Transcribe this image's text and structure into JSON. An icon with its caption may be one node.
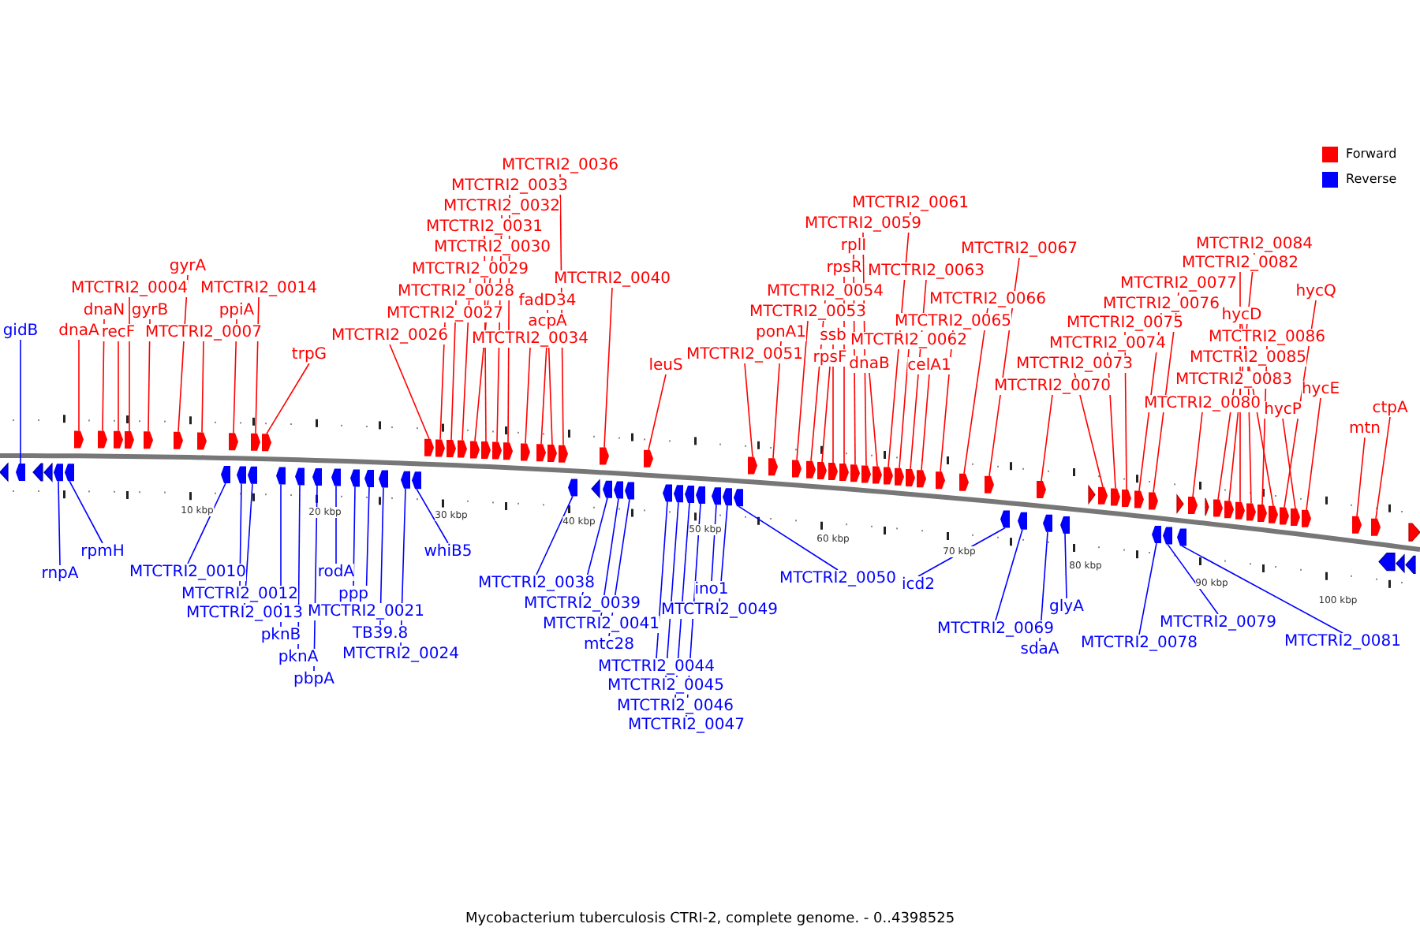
{
  "diagram": {
    "caption": "Mycobacterium tuberculosis CTRI-2, complete genome. - 0..4398525",
    "nodes": [
      {
        "text": [
          "gidB"
        ]
      },
      {
        "text": [
          "dnaA"
        ]
      },
      {
        "text": [
          "dnaN"
        ]
      },
      {
        "text": [
          "recF"
        ]
      },
      {
        "text": [
          "MTCTRI2_0004"
        ]
      },
      {
        "text": [
          "gyrB"
        ]
      },
      {
        "text": [
          "gyrA"
        ]
      },
      {
        "text": [
          "MTCTRI2_0007"
        ]
      },
      {
        "text": [
          "ppiA"
        ]
      },
      {
        "text": [
          "MTCTRI2_0014"
        ]
      },
      {
        "text": [
          "trpG"
        ]
      },
      {
        "text": [
          "MTCTRI2_0026"
        ]
      },
      {
        "text": [
          "MTCTRI2_0027"
        ]
      },
      {
        "text": [
          "MTCTRI2_0028"
        ]
      },
      {
        "text": [
          "MTCTRI2_0029"
        ]
      },
      {
        "text": [
          "MTCTRI2_0030"
        ]
      },
      {
        "text": [
          "MTCTRI2_0031"
        ]
      },
      {
        "text": [
          "MTCTRI2_0032"
        ]
      },
      {
        "text": [
          "MTCTRI2_0033"
        ]
      },
      {
        "text": [
          "MTCTRI2_0034"
        ]
      },
      {
        "text": [
          "acpA"
        ]
      },
      {
        "text": [
          "fadD34"
        ]
      },
      {
        "text": [
          "MTCTRI2_0036"
        ]
      },
      {
        "text": [
          "MTCTRI2_0040"
        ]
      },
      {
        "text": [
          "leuS"
        ]
      },
      {
        "text": [
          "MTCTRI2_0051"
        ]
      },
      {
        "text": [
          "ponA1"
        ]
      },
      {
        "text": [
          "MTCTRI2_0053"
        ]
      },
      {
        "text": [
          "MTCTRI2_0054"
        ]
      },
      {
        "text": [
          "rpsF"
        ]
      },
      {
        "text": [
          "ssb"
        ]
      },
      {
        "text": [
          "rpsR"
        ]
      },
      {
        "text": [
          "rplI"
        ]
      },
      {
        "text": [
          "MTCTRI2_0059"
        ]
      },
      {
        "text": [
          "dnaB"
        ]
      },
      {
        "text": [
          "MTCTRI2_0061"
        ]
      },
      {
        "text": [
          "MTCTRI2_0062"
        ]
      },
      {
        "text": [
          "MTCTRI2_0063"
        ]
      },
      {
        "text": [
          "celA1"
        ]
      },
      {
        "text": [
          "MTCTRI2_0065"
        ]
      },
      {
        "text": [
          "MTCTRI2_0066"
        ]
      },
      {
        "text": [
          "MTCTRI2_0067"
        ]
      },
      {
        "text": [
          "MTCTRI2_0070"
        ]
      },
      {
        "text": [
          "MTCTRI2_0073"
        ]
      },
      {
        "text": [
          "MTCTRI2_0074"
        ]
      },
      {
        "text": [
          "MTCTRI2_0075"
        ]
      },
      {
        "text": [
          "MTCTRI2_0076"
        ]
      },
      {
        "text": [
          "MTCTRI2_0077"
        ]
      },
      {
        "text": [
          "MTCTRI2_0080"
        ]
      },
      {
        "text": [
          "MTCTRI2_0083"
        ]
      },
      {
        "text": [
          "MTCTRI2_0084"
        ]
      },
      {
        "text": [
          "MTCTRI2_0082"
        ]
      },
      {
        "text": [
          "MTCTRI2_0085"
        ]
      },
      {
        "text": [
          "MTCTRI2_0086"
        ]
      },
      {
        "text": [
          "hycD"
        ]
      },
      {
        "text": [
          "hycQ"
        ]
      },
      {
        "text": [
          "hycP"
        ]
      },
      {
        "text": [
          "hycE"
        ]
      },
      {
        "text": [
          "mtn"
        ]
      },
      {
        "text": [
          "ctpA"
        ]
      },
      {
        "text": [
          "rnpA"
        ]
      },
      {
        "text": [
          "rpmH"
        ]
      },
      {
        "text": [
          "MTCTRI2_0010"
        ]
      },
      {
        "text": [
          "MTCTRI2_0012"
        ]
      },
      {
        "text": [
          "MTCTRI2_0013"
        ]
      },
      {
        "text": [
          "pknB"
        ]
      },
      {
        "text": [
          "pknA"
        ]
      },
      {
        "text": [
          "pbpA"
        ]
      },
      {
        "text": [
          "rodA"
        ]
      },
      {
        "text": [
          "ppp"
        ]
      },
      {
        "text": [
          "MTCTRI2_0021"
        ]
      },
      {
        "text": [
          "TB39.8"
        ]
      },
      {
        "text": [
          "MTCTRI2_0024"
        ]
      },
      {
        "text": [
          "whiB5"
        ]
      },
      {
        "text": [
          "MTCTRI2_0038"
        ]
      },
      {
        "text": [
          "MTCTRI2_0039"
        ]
      },
      {
        "text": [
          "MTCTRI2_0041"
        ]
      },
      {
        "text": [
          "mtc28"
        ]
      },
      {
        "text": [
          "MTCTRI2_0044"
        ]
      },
      {
        "text": [
          "MTCTRI2_0045"
        ]
      },
      {
        "text": [
          "MTCTRI2_0046"
        ]
      },
      {
        "text": [
          "MTCTRI2_0047"
        ]
      },
      {
        "text": [
          "ino1"
        ]
      },
      {
        "text": [
          "MTCTRI2_0049"
        ]
      },
      {
        "text": [
          "MTCTRI2_0050"
        ]
      },
      {
        "text": [
          "icd2"
        ]
      },
      {
        "text": [
          "MTCTRI2_0069"
        ]
      },
      {
        "text": [
          "sdaA"
        ]
      },
      {
        "text": [
          "glyA"
        ]
      },
      {
        "text": [
          "MTCTRI2_0078"
        ]
      },
      {
        "text": [
          "MTCTRI2_0079"
        ]
      },
      {
        "text": [
          "MTCTRI2_0081"
        ]
      },
      {
        "text": [],
        "shape": "arrow"
      },
      {
        "text": [],
        "shape": "arrow"
      },
      {
        "text": [],
        "shape": "arrow"
      },
      {
        "text": [],
        "shape": "arrow"
      },
      {
        "text": [],
        "shape": "arrow"
      },
      {
        "text": [],
        "shape": "arrow"
      },
      {
        "text": [],
        "shape": "arrow"
      },
      {
        "text": [],
        "shape": "arrow"
      },
      {
        "text": [],
        "shape": "arrow"
      },
      {
        "text": [],
        "shape": "arrow"
      },
      {
        "text": [],
        "shape": "arrow"
      },
      {
        "text": [],
        "shape": "arrow"
      },
      {
        "text": [],
        "shape": "arrow"
      },
      {
        "text": [],
        "shape": "arrow"
      },
      {
        "text": [],
        "shape": "arrow"
      },
      {
        "text": [],
        "shape": "arrow"
      },
      {
        "text": [],
        "shape": "arrow"
      },
      {
        "text": [],
        "shape": "arrow"
      },
      {
        "text": [],
        "shape": "arrow"
      },
      {
        "text": [],
        "shape": "arrow"
      },
      {
        "text": [],
        "shape": "arrow"
      },
      {
        "text": [],
        "shape": "arrow"
      },
      {
        "text": [],
        "shape": "arrow"
      },
      {
        "text": [],
        "shape": "arrow"
      },
      {
        "text": [],
        "shape": "arrow"
      },
      {
        "text": [],
        "shape": "arrow"
      },
      {
        "text": [],
        "shape": "arrow"
      },
      {
        "text": [],
        "shape": "arrow"
      },
      {
        "text": [],
        "shape": "arrow"
      },
      {
        "text": [],
        "shape": "arrow"
      },
      {
        "text": [],
        "shape": "arrow"
      },
      {
        "text": [],
        "shape": "arrow"
      },
      {
        "text": [],
        "shape": "arrow"
      },
      {
        "text": [],
        "shape": "arrow"
      },
      {
        "text": [],
        "shape": "arrow"
      },
      {
        "text": [],
        "shape": "arrow"
      },
      {
        "text": [],
        "shape": "arrow"
      },
      {
        "text": [],
        "shape": "arrow"
      },
      {
        "text": [],
        "shape": "arrow"
      },
      {
        "text": [],
        "shape": "arrow"
      },
      {
        "text": [],
        "shape": "arrow"
      },
      {
        "text": [],
        "shape": "arrow"
      },
      {
        "text": [],
        "shape": "arrow"
      },
      {
        "text": [],
        "shape": "arrow"
      },
      {
        "text": [],
        "shape": "arrow"
      },
      {
        "text": [],
        "shape": "arrow"
      },
      {
        "text": [],
        "shape": "arrow"
      },
      {
        "text": [],
        "shape": "arrow"
      },
      {
        "text": [],
        "shape": "arrow"
      },
      {
        "text": [],
        "shape": "arrow"
      },
      {
        "text": [],
        "shape": "arrow"
      },
      {
        "text": [],
        "shape": "arrow"
      },
      {
        "text": [],
        "shape": "arrow"
      },
      {
        "text": [],
        "shape": "arrow"
      },
      {
        "text": [],
        "shape": "arrow"
      },
      {
        "text": [],
        "shape": "arrow"
      },
      {
        "text": [],
        "shape": "arrow"
      },
      {
        "text": [],
        "shape": "arrow"
      },
      {
        "text": [],
        "shape": "arrow"
      },
      {
        "text": [],
        "shape": "arrow"
      },
      {
        "text": [],
        "shape": "arrow"
      },
      {
        "text": [],
        "shape": "arrow"
      },
      {
        "text": [],
        "shape": "arrow"
      },
      {
        "text": [],
        "shape": "arrow"
      },
      {
        "text": [],
        "shape": "arrow"
      },
      {
        "text": [],
        "shape": "arrow"
      },
      {
        "text": [],
        "shape": "arrow"
      },
      {
        "text": [],
        "shape": "arrow"
      },
      {
        "text": [],
        "shape": "arrow"
      },
      {
        "text": [],
        "shape": "arrow"
      },
      {
        "text": [],
        "shape": "arrow"
      },
      {
        "text": [],
        "shape": "arrow"
      },
      {
        "text": [],
        "shape": "arrow"
      },
      {
        "text": [],
        "shape": "arrow"
      },
      {
        "text": [],
        "shape": "arrow"
      },
      {
        "text": [],
        "shape": "arrow"
      },
      {
        "text": [],
        "shape": "arrow"
      },
      {
        "text": [],
        "shape": "arrow"
      },
      {
        "text": [],
        "shape": "arrow"
      },
      {
        "text": [],
        "shape": "arrow"
      },
      {
        "text": [],
        "shape": "arrow"
      },
      {
        "text": [],
        "shape": "arrow"
      },
      {
        "text": [],
        "shape": "arrow"
      },
      {
        "text": [],
        "shape": "arrow"
      },
      {
        "text": [],
        "shape": "arrow"
      },
      {
        "text": [],
        "shape": "arrow"
      },
      {
        "text": [],
        "shape": "arrow"
      },
      {
        "text": [],
        "shape": "arrow"
      },
      {
        "text": [],
        "shape": "arrow"
      },
      {
        "text": [],
        "shape": "arrow"
      },
      {
        "text": [],
        "shape": "arrow"
      },
      {
        "text": [],
        "shape": "arrow"
      }
    ],
    "edges": [
      {
        "from": 0,
        "to": 92,
        "arrow": "none",
        "color": "#0000ff"
      },
      {
        "from": 1,
        "to": 93,
        "arrow": "none"
      },
      {
        "from": 2,
        "to": 94,
        "arrow": "none"
      },
      {
        "from": 3,
        "to": 95,
        "arrow": "none"
      },
      {
        "from": 4,
        "to": 96,
        "arrow": "none"
      },
      {
        "from": 5,
        "to": 97,
        "arrow": "none"
      },
      {
        "from": 6,
        "to": 98,
        "arrow": "none"
      },
      {
        "from": 7,
        "to": 99,
        "arrow": "none"
      },
      {
        "from": 8,
        "to": 100,
        "arrow": "none"
      },
      {
        "from": 9,
        "to": 101,
        "arrow": "none"
      },
      {
        "from": 10,
        "to": 102,
        "arrow": "none"
      },
      {
        "from": 11,
        "to": 103,
        "arrow": "none"
      },
      {
        "from": 12,
        "to": 104,
        "arrow": "none"
      },
      {
        "from": 13,
        "to": 105,
        "arrow": "none"
      },
      {
        "from": 14,
        "to": 106,
        "arrow": "none"
      },
      {
        "from": 15,
        "to": 107,
        "arrow": "none"
      },
      {
        "from": 16,
        "to": 108,
        "arrow": "none"
      },
      {
        "from": 17,
        "to": 109,
        "arrow": "none"
      },
      {
        "from": 18,
        "to": 110,
        "arrow": "none"
      },
      {
        "from": 19,
        "to": 111,
        "arrow": "none"
      },
      {
        "from": 20,
        "to": 112,
        "arrow": "none"
      },
      {
        "from": 21,
        "to": 113,
        "arrow": "none"
      },
      {
        "from": 22,
        "to": 114,
        "arrow": "none"
      },
      {
        "from": 23,
        "to": 115,
        "arrow": "none"
      },
      {
        "from": 24,
        "to": 116,
        "arrow": "none"
      },
      {
        "from": 25,
        "to": 117,
        "arrow": "none"
      },
      {
        "from": 26,
        "to": 118,
        "arrow": "none"
      },
      {
        "from": 27,
        "to": 119,
        "arrow": "none"
      },
      {
        "from": 28,
        "to": 120,
        "arrow": "none"
      },
      {
        "from": 29,
        "to": 121,
        "arrow": "none"
      },
      {
        "from": 30,
        "to": 122,
        "arrow": "none"
      },
      {
        "from": 31,
        "to": 123,
        "arrow": "none"
      },
      {
        "from": 32,
        "to": 124,
        "arrow": "none"
      },
      {
        "from": 33,
        "to": 125,
        "arrow": "none"
      },
      {
        "from": 34,
        "to": 126,
        "arrow": "none"
      },
      {
        "from": 35,
        "to": 127,
        "arrow": "none"
      },
      {
        "from": 36,
        "to": 128,
        "arrow": "none"
      },
      {
        "from": 37,
        "to": 129,
        "arrow": "none"
      },
      {
        "from": 38,
        "to": 130,
        "arrow": "none"
      },
      {
        "from": 39,
        "to": 131,
        "arrow": "none"
      },
      {
        "from": 40,
        "to": 132,
        "arrow": "none"
      },
      {
        "from": 41,
        "to": 133,
        "arrow": "none"
      },
      {
        "from": 42,
        "to": 134,
        "arrow": "none"
      },
      {
        "from": 43,
        "to": 135,
        "arrow": "none"
      },
      {
        "from": 44,
        "to": 136,
        "arrow": "none"
      },
      {
        "from": 45,
        "to": 137,
        "arrow": "none"
      },
      {
        "from": 46,
        "to": 138,
        "arrow": "none"
      },
      {
        "from": 47,
        "to": 139,
        "arrow": "none"
      },
      {
        "from": 48,
        "to": 140,
        "arrow": "none"
      },
      {
        "from": 49,
        "to": 141,
        "arrow": "none"
      },
      {
        "from": 50,
        "to": 142,
        "arrow": "none"
      },
      {
        "from": 51,
        "to": 143,
        "arrow": "none"
      },
      {
        "from": 52,
        "to": 144,
        "arrow": "none"
      },
      {
        "from": 53,
        "to": 145,
        "arrow": "none"
      },
      {
        "from": 54,
        "to": 146,
        "arrow": "none"
      },
      {
        "from": 55,
        "to": 147,
        "arrow": "none"
      },
      {
        "from": 56,
        "to": 148,
        "arrow": "none"
      },
      {
        "from": 57,
        "to": 149,
        "arrow": "none"
      },
      {
        "from": 58,
        "to": 150,
        "arrow": "none"
      },
      {
        "from": 59,
        "to": 151,
        "arrow": "none"
      },
      {
        "from": 60,
        "to": 152,
        "arrow": "none",
        "color": "#0000ff"
      },
      {
        "from": 61,
        "to": 153,
        "arrow": "none",
        "color": "#0000ff"
      },
      {
        "from": 62,
        "to": 154,
        "arrow": "none",
        "color": "#0000ff"
      },
      {
        "from": 63,
        "to": 155,
        "arrow": "none",
        "color": "#0000ff"
      },
      {
        "from": 64,
        "to": 156,
        "arrow": "none",
        "color": "#0000ff"
      },
      {
        "from": 65,
        "to": 157,
        "arrow": "none",
        "color": "#0000ff"
      },
      {
        "from": 66,
        "to": 158,
        "arrow": "none",
        "color": "#0000ff"
      },
      {
        "from": 67,
        "to": 159,
        "arrow": "none",
        "color": "#0000ff"
      },
      {
        "from": 68,
        "to": 160,
        "arrow": "none",
        "color": "#0000ff"
      },
      {
        "from": 69,
        "to": 161,
        "arrow": "none",
        "color": "#0000ff"
      },
      {
        "from": 70,
        "to": 162,
        "arrow": "none",
        "color": "#0000ff"
      },
      {
        "from": 71,
        "to": 163,
        "arrow": "none",
        "color": "#0000ff"
      },
      {
        "from": 72,
        "to": 164,
        "arrow": "none",
        "color": "#0000ff"
      },
      {
        "from": 73,
        "to": 165,
        "arrow": "none",
        "color": "#0000ff"
      },
      {
        "from": 74,
        "to": 166,
        "arrow": "none",
        "color": "#0000ff"
      },
      {
        "from": 75,
        "to": 167,
        "arrow": "none",
        "color": "#0000ff"
      },
      {
        "from": 76,
        "to": 168,
        "arrow": "none",
        "color": "#0000ff"
      },
      {
        "from": 77,
        "to": 169,
        "arrow": "none",
        "color": "#0000ff"
      },
      {
        "from": 78,
        "to": 170,
        "arrow": "none",
        "color": "#0000ff"
      },
      {
        "from": 79,
        "to": 171,
        "arrow": "none",
        "color": "#0000ff"
      },
      {
        "from": 80,
        "to": 172,
        "arrow": "none",
        "color": "#0000ff"
      },
      {
        "from": 81,
        "to": 173,
        "arrow": "none",
        "color": "#0000ff"
      },
      {
        "from": 82,
        "to": 174,
        "arrow": "none",
        "color": "#0000ff"
      },
      {
        "from": 83,
        "to": 175,
        "arrow": "none",
        "color": "#0000ff"
      },
      {
        "from": 84,
        "to": 176,
        "arrow": "none",
        "color": "#0000ff"
      },
      {
        "from": 85,
        "to": 177,
        "arrow": "none",
        "color": "#0000ff"
      },
      {
        "from": 86,
        "to": 178,
        "arrow": "none",
        "color": "#0000ff"
      },
      {
        "from": 87,
        "to": 179,
        "arrow": "none",
        "color": "#0000ff"
      },
      {
        "from": 88,
        "to": 180,
        "arrow": "none",
        "color": "#0000ff"
      },
      {
        "from": 89,
        "to": 181,
        "arrow": "none",
        "color": "#0000ff"
      },
      {
        "from": 90,
        "to": 182,
        "arrow": "none",
        "color": "#0000ff"
      },
      {
        "from": 91,
        "to": 183,
        "arrow": "none",
        "color": "#0000ff"
      }
    ],
    "labels": [
      "10 kbp",
      "20 kbp",
      "30 kbp",
      "40 kbp",
      "50 kbp",
      "60 kbp",
      "70 kbp",
      "80 kbp",
      "90 kbp",
      "100 kbp"
    ],
    "legend": [
      {
        "text": "Forward",
        "color": "#ff0000"
      },
      {
        "text": "Reverse",
        "color": "#0000ff"
      }
    ]
  }
}
